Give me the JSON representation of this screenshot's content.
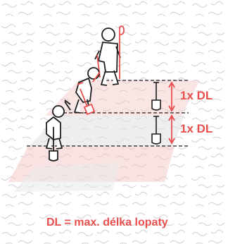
{
  "labels": {
    "step_upper": "1x DL",
    "step_lower": "1x DL",
    "legend": "DL = max. délka lopaty"
  },
  "colors": {
    "accent": "#e8504f",
    "line": "#1e1e1e",
    "snow_texture": "#cfcfcf",
    "wash_pink": "#f4c6c6",
    "wash_gray": "#e2e2e2"
  },
  "icons": [
    "shovel-icon",
    "shovel-icon",
    "shovel-icon",
    "shovel-icon"
  ]
}
